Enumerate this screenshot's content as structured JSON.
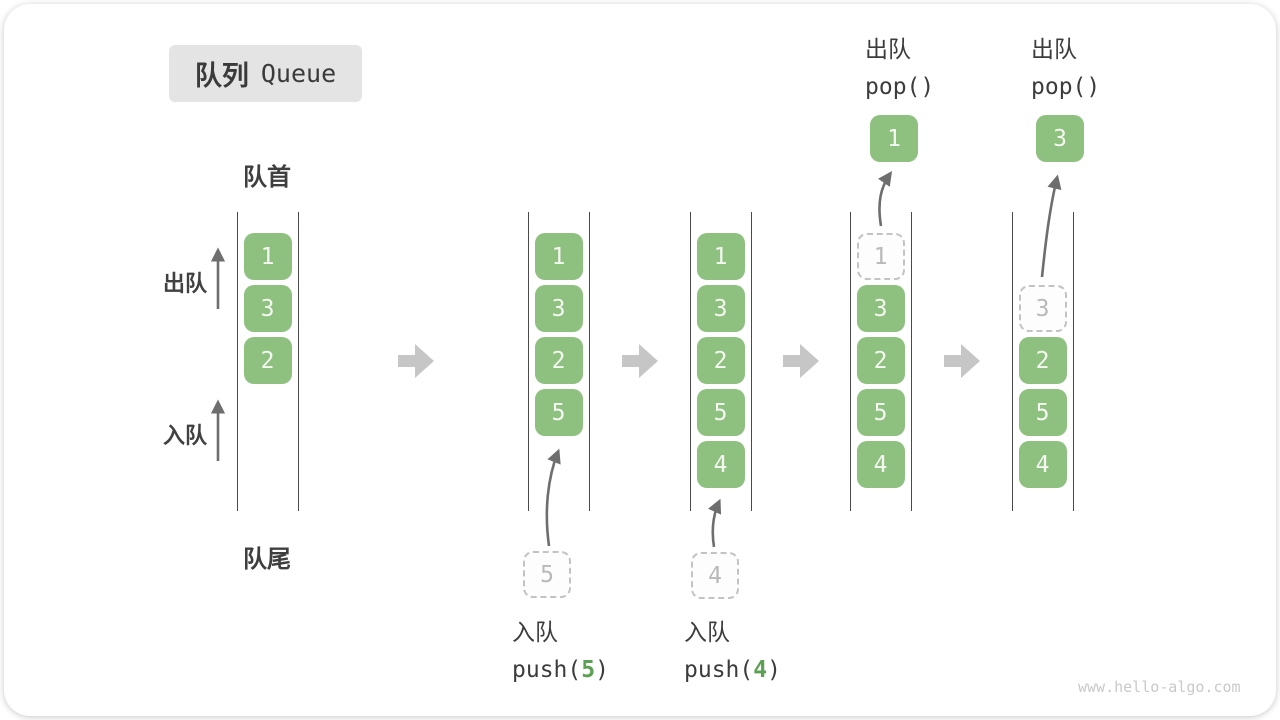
{
  "title": {
    "zh": "队列",
    "en": "Queue"
  },
  "labels": {
    "front": "队首",
    "rear": "队尾",
    "dequeue_side": "出队",
    "enqueue_side": "入队"
  },
  "operations": {
    "push5": {
      "zh": "入队",
      "code_pre": "push(",
      "arg": "5",
      "code_post": ")"
    },
    "push4": {
      "zh": "入队",
      "code_pre": "push(",
      "arg": "4",
      "code_post": ")"
    },
    "pop1": {
      "zh": "出队",
      "code": "pop()"
    },
    "pop2": {
      "zh": "出队",
      "code": "pop()"
    }
  },
  "states": [
    {
      "cells": [
        "1",
        "3",
        "2"
      ]
    },
    {
      "cells": [
        "1",
        "3",
        "2",
        "5"
      ],
      "incoming": "5"
    },
    {
      "cells": [
        "1",
        "3",
        "2",
        "5",
        "4"
      ],
      "incoming": "4"
    },
    {
      "cells": [
        "3",
        "2",
        "5",
        "4"
      ],
      "ghost": "1",
      "popped": "1"
    },
    {
      "cells": [
        "2",
        "5",
        "4"
      ],
      "ghost": "3",
      "popped": "3"
    }
  ],
  "colors": {
    "cell_green": "#8ec07f",
    "accent_green": "#5ba053",
    "block_arrow_gray": "#c6c6c6",
    "thin_arrow_gray": "#6e6e6e",
    "wall_line": "#4a4a4a",
    "title_box_bg": "#e4e4e4",
    "ghost_border": "#c3c3c3",
    "text_dark": "#3c3c3c"
  },
  "watermark": "www.hello-algo.com"
}
